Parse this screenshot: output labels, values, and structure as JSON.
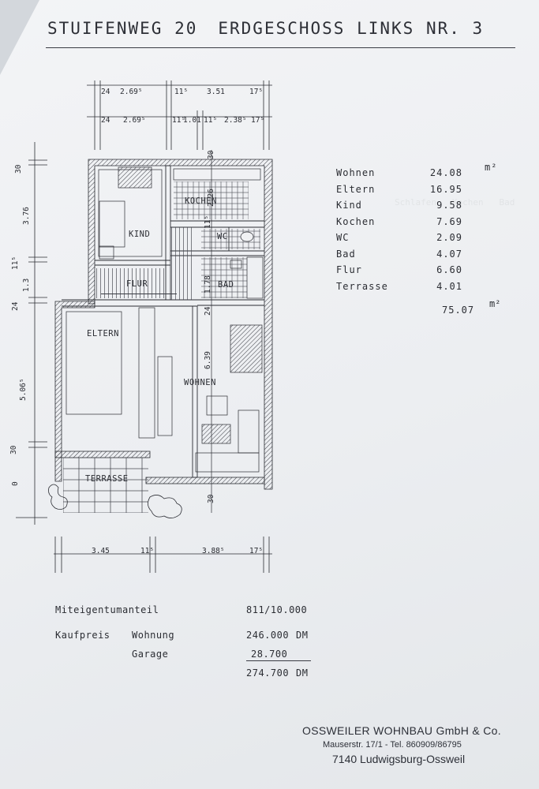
{
  "header": {
    "street": "STUIFENWEG 20",
    "unit": "ERDGESCHOSS LINKS NR. 3"
  },
  "plan": {
    "rooms": {
      "kind": "KIND",
      "kochen": "KOCHEN",
      "wc": "WC",
      "flur": "FLUR",
      "bad": "BAD",
      "eltern": "ELTERN",
      "wohnen": "WOHNEN",
      "terrasse": "TERRASSE"
    },
    "dimensions": {
      "top_row1": [
        "24",
        "2.69⁵",
        "11⁵",
        "3.51",
        "17⁵"
      ],
      "top_row2": [
        "24",
        "2.69⁵",
        "11⁵",
        "1.01",
        "11⁵",
        "2.38⁵",
        "17⁵"
      ],
      "bottom_row": [
        "3.45",
        "11⁵",
        "3.88⁵",
        "17⁵"
      ],
      "left": [
        "30",
        "3.76",
        "11⁵",
        "1.3",
        "24",
        "5.06⁵",
        "30",
        "0"
      ],
      "interior": [
        "30",
        "2.26",
        "11⁵",
        "1.78",
        "24",
        "6.39",
        "30"
      ]
    }
  },
  "areas": {
    "rows": [
      {
        "name": "Wohnen",
        "value": "24.08",
        "unit": "m²"
      },
      {
        "name": "Eltern",
        "value": "16.95",
        "unit": ""
      },
      {
        "name": "Kind",
        "value": "9.58",
        "unit": ""
      },
      {
        "name": "Kochen",
        "value": "7.69",
        "unit": ""
      },
      {
        "name": "WC",
        "value": "2.09",
        "unit": ""
      },
      {
        "name": "Bad",
        "value": "4.07",
        "unit": ""
      },
      {
        "name": "Flur",
        "value": "6.60",
        "unit": ""
      },
      {
        "name": "Terrasse",
        "value": "4.01",
        "unit": ""
      }
    ],
    "total": "75.07",
    "total_unit": "m²"
  },
  "price": {
    "share_label": "Miteigentumanteil",
    "share_value": "811/10.000",
    "kaufpreis_label": "Kaufpreis",
    "wohnung_label": "Wohnung",
    "wohnung_value": "246.000",
    "garage_label": "Garage",
    "garage_value": "28.700",
    "total_value": "274.700",
    "currency": "DM"
  },
  "company": {
    "name": "OSSWEILER WOHNBAU GmbH & Co.",
    "address": "Mauserstr. 17/1 - Tel. 860909/86795",
    "city": "7140 Ludwigsburg-Ossweil"
  }
}
